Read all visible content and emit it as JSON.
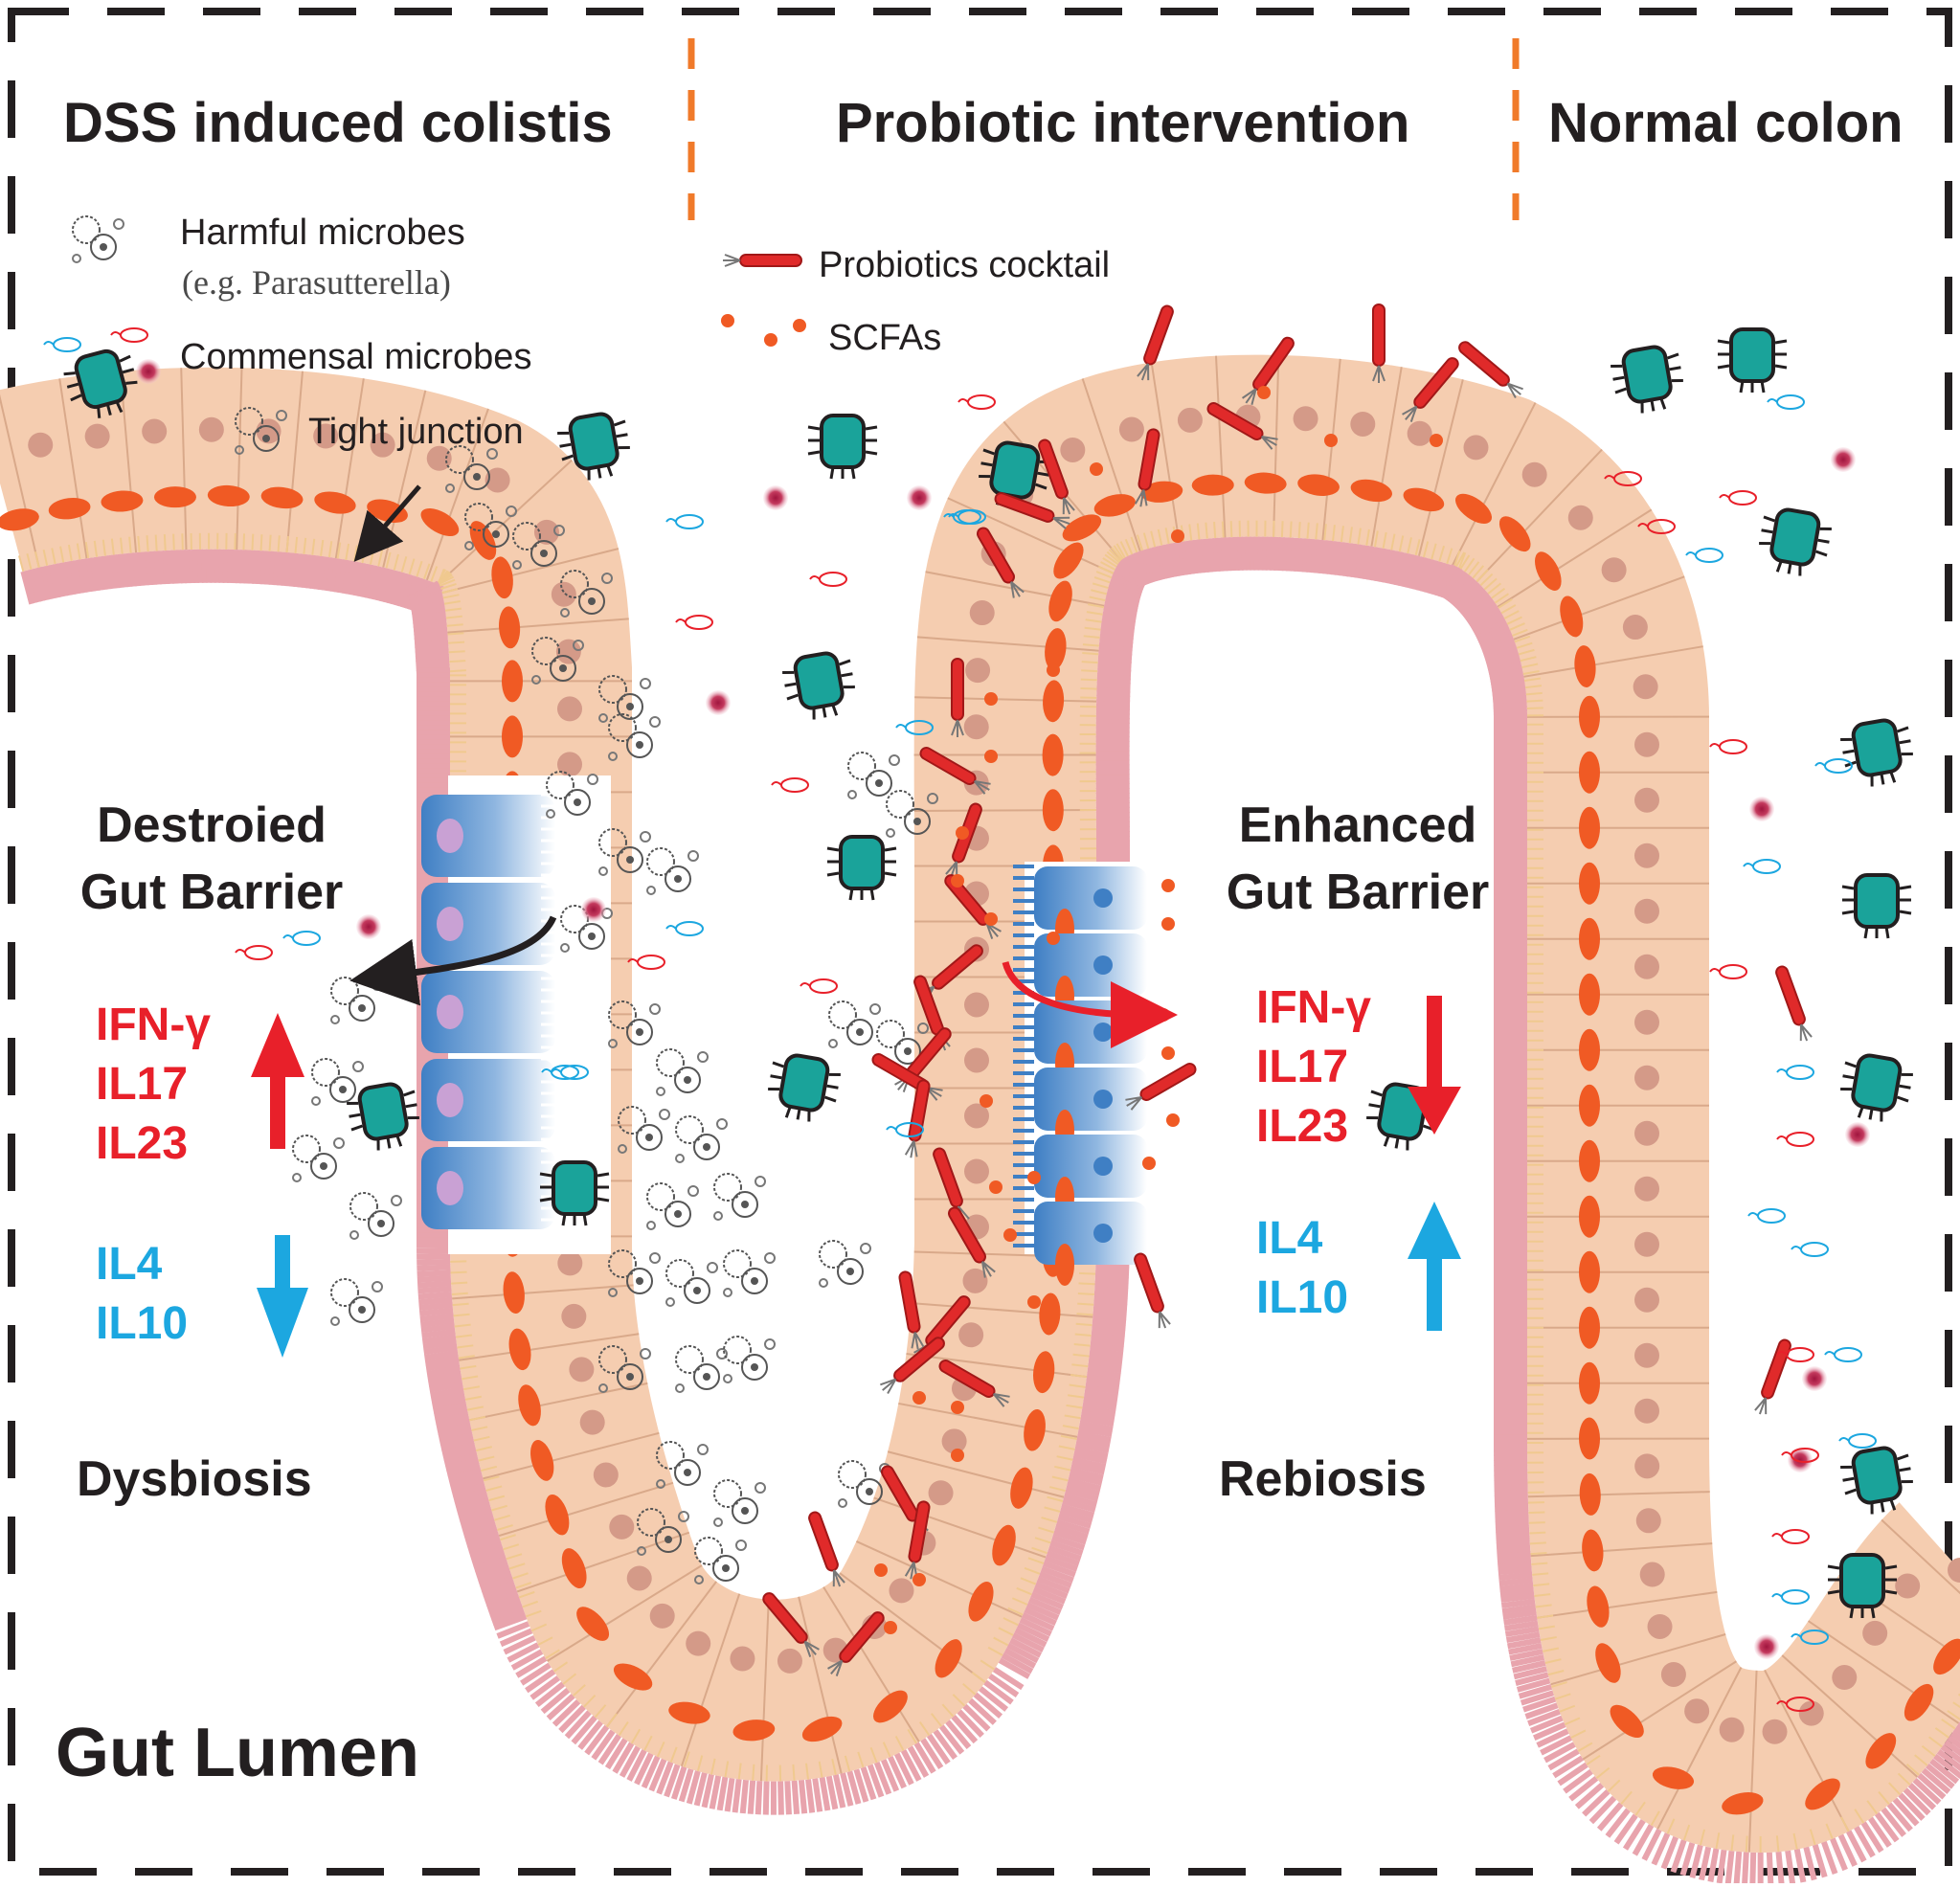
{
  "sections": {
    "left": "DSS induced colistis",
    "middle": "Probiotic intervention",
    "right": "Normal colon"
  },
  "legend": {
    "harmful": "Harmful microbes",
    "harmful_example": "(e.g. Parasutterella)",
    "commensal": "Commensal microbes",
    "tight_junction": "Tight junction",
    "probiotics": "Probiotics cocktail",
    "scfas": "SCFAs"
  },
  "left_panel": {
    "barrier_line1": "Destroied",
    "barrier_line2": "Gut Barrier",
    "up_cytokines": [
      "IFN-γ",
      "IL17",
      "IL23"
    ],
    "down_cytokines": [
      "IL4",
      "IL10"
    ],
    "state": "Dysbiosis"
  },
  "middle_panel": {
    "barrier_line1": "Enhanced",
    "barrier_line2": "Gut Barrier",
    "down_cytokines": [
      "IFN-γ",
      "IL17",
      "IL23"
    ],
    "up_cytokines": [
      "IL4",
      "IL10"
    ],
    "state": "Rebiosis"
  },
  "lumen": "Gut Lumen",
  "colors": {
    "pro_inflammatory": "#e8202a",
    "anti_inflammatory": "#1ca7e0",
    "mucosa": "#e8a4ad",
    "epithelium": "#f5cdb0",
    "nucleus": "#d49a88",
    "junction": "#f05a24",
    "damaged_cells": "#3f7fc4",
    "commensal_teal": "#1aa39a",
    "probiotic_red": "#e02a2a",
    "divider_orange": "#f07a2a",
    "border": "#231f20"
  },
  "icons": [
    "harmful-microbe-icon",
    "commensal-microbe-icon",
    "probiotic-rod-icon",
    "scfa-dot-icon",
    "tight-junction-arrow-icon"
  ]
}
